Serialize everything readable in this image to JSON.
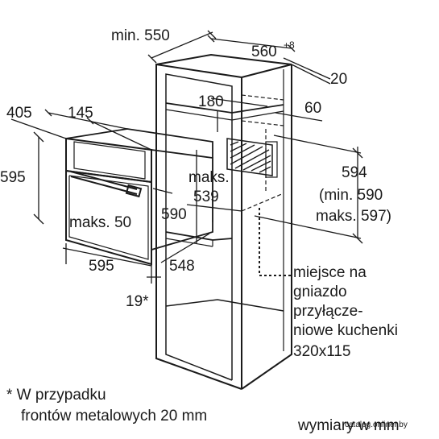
{
  "dimensions": {
    "min_550": "min. 550",
    "d560": "560",
    "d560_tol": "+8",
    "d20": "20",
    "d405": "405",
    "d145": "145",
    "d180": "180",
    "d60": "60",
    "d595_height": "595",
    "d594": "594",
    "d594_min": "(min. 590",
    "d594_max": "maks. 597)",
    "maks_539_a": "maks.",
    "maks_539_b": "539",
    "maks_50": "maks. 50",
    "d590": "590",
    "d595_width": "595",
    "d548": "548",
    "d19": "19*"
  },
  "socket_note": [
    "miejsce na",
    "gniazdo",
    "przyłącze-",
    "niowe kuchenki",
    "320x115"
  ],
  "footnote": [
    "* W przypadku",
    "frontów metalowych 20 mm"
  ],
  "units_note": "wymiary w mm",
  "watermark": "catalog.onliner.by"
}
